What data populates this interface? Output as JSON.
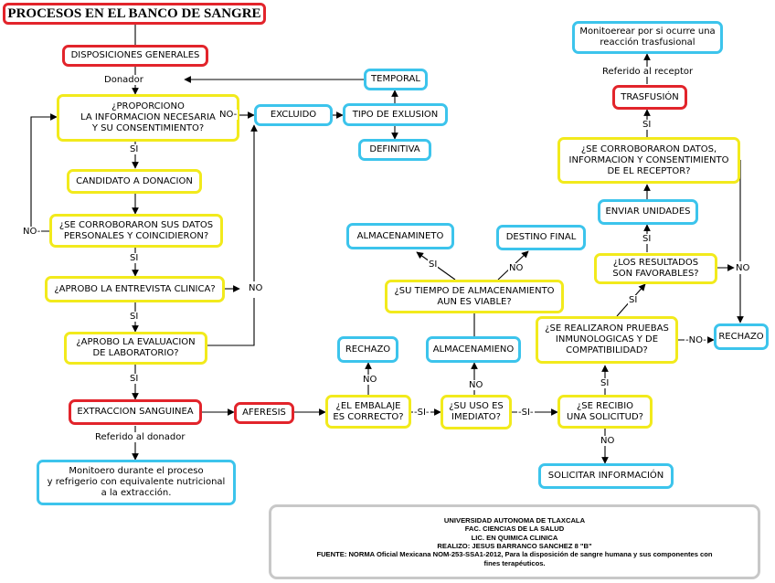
{
  "title": "PROCESOS EN EL BANCO DE SANGRE",
  "nodes": {
    "disposiciones": "DISPOSICIONES GENERALES",
    "proporciono": "¿PROPORCIONO\nLA INFORMACION NECESARIA\nY SU CONSENTIMIENTO?",
    "excluido": "EXCLUIDO",
    "tipo_exclusion": "TIPO DE EXLUSION",
    "temporal": "TEMPORAL",
    "definitiva": "DEFINITIVA",
    "candidato": "CANDIDATO A DONACION",
    "corroboraron_datos": "¿SE CORROBORARON SUS DATOS\nPERSONALES Y COINCIDIERON?",
    "entrevista": "¿APROBO LA ENTREVISTA CLINICA?",
    "evaluacion": "¿APROBO LA EVALUACION\nDE LABORATORIO?",
    "extraccion": "EXTRACCION SANGUINEA",
    "aferesis": "AFERESIS",
    "monitoreo_donador": "Monitoero durante el proceso\ny refrigerio con equivalente nutricional\na la extracción.",
    "embalaje": "¿EL EMBALAJE\nES CORRECTO?",
    "rechazo_1": "RECHAZO",
    "uso_inmediato": "¿SU USO ES\nIMEDIATO?",
    "almacenamiento": "ALMACENAMIENO",
    "tiempo_almacenamiento": "¿SU TIEMPO DE ALMACENAMIENTO\nAUN ES VIABLE?",
    "almacenamiento_2": "ALMACENAMINETO",
    "destino_final": "DESTINO FINAL",
    "solicitud": "¿SE RECIBIO\nUNA SOLICITUD?",
    "solicitar_info": "SOLICITAR INFORMACIÓN",
    "pruebas": "¿SE REALIZARON PRUEBAS\nINMUNOLOGICAS Y DE\nCOMPATIBILIDAD?",
    "rechazo_2": "RECHAZO",
    "resultados": "¿LOS RESULTADOS\nSON FAVORABLES?",
    "enviar": "ENVIAR UNIDADES",
    "corroboraron_receptor": "¿SE CORROBORARON DATOS,\nINFORMACION Y CONSENTIMIENTO\nDE EL RECEPTOR?",
    "trasfusion": "TRASFUSIÓN",
    "monitoreo_receptor": "Monitoerear por si ocurre una\nreacción trasfusional"
  },
  "labels": {
    "donador": "Donador",
    "referido_donador": "Referido al donador",
    "referido_receptor": "Referido al receptor",
    "si": "SI",
    "no": "NO",
    "si_dash": "-SI-",
    "no_dash": "-NO-",
    "no_arrow": "NO-"
  },
  "footer": {
    "line1": "UNIVERSIDAD AUTONOMA DE TLAXCALA",
    "line2": "FAC. CIENCIAS DE LA SALUD",
    "line3": "LIC. EN QUIMICA CLINICA",
    "line4": "REALIZO: JESUS BARRANCO SANCHEZ  8 \"B\"",
    "line5": "FUENTE: NORMA Oficial Mexicana NOM-253-SSA1-2012, Para la disposición de sangre humana y sus componentes con",
    "line6": "fines terapéuticos."
  }
}
